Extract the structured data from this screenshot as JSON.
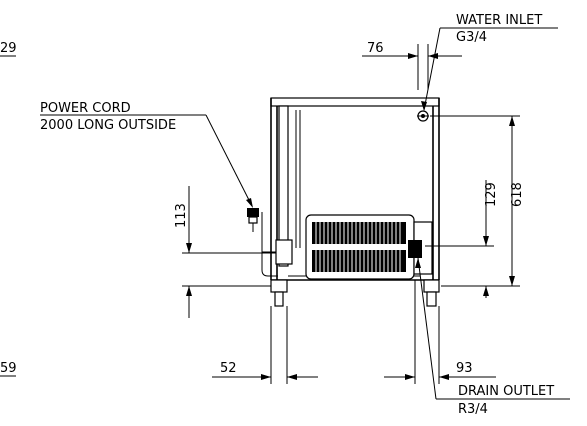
{
  "labels": {
    "water_inlet": "WATER INLET",
    "water_inlet_spec": "G3/4",
    "power_cord": "POWER CORD",
    "power_cord_spec": "2000 LONG OUTSIDE",
    "drain_outlet": "DRAIN OUTLET",
    "drain_outlet_spec": "R3/4",
    "edge_top": "29",
    "edge_bottom": "59"
  },
  "dimensions": {
    "inlet_offset": "76",
    "total_height": "618",
    "drain_height": "129",
    "cord_height": "113",
    "left_offset": "52",
    "right_offset": "93"
  },
  "colors": {
    "line": "#000000",
    "background": "#ffffff"
  }
}
